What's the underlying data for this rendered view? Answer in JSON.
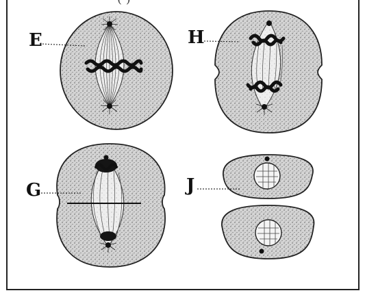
{
  "figure": {
    "labels": [
      {
        "id": "E",
        "text": "E"
      },
      {
        "id": "H",
        "text": "H"
      },
      {
        "id": "G",
        "text": "G"
      },
      {
        "id": "J",
        "text": "J"
      }
    ],
    "top_text": "(                            )"
  },
  "colors": {
    "cell_fill": "#cfcfcf",
    "outline": "#222222",
    "chromosome": "#111111",
    "background": "#ffffff"
  }
}
